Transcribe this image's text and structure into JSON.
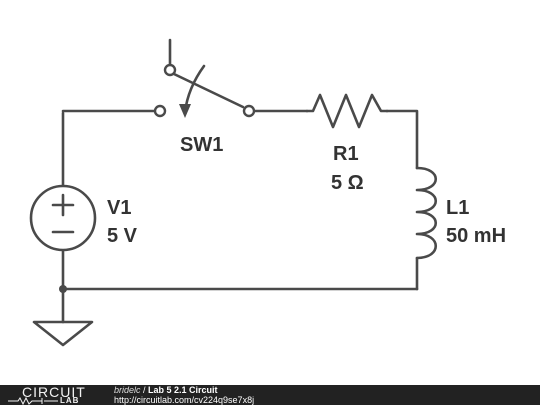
{
  "components": {
    "switch": {
      "name": "SW1"
    },
    "resistor": {
      "name": "R1",
      "value": "5 Ω"
    },
    "inductor": {
      "name": "L1",
      "value": "50 mH"
    },
    "source": {
      "name": "V1",
      "value": "5 V"
    }
  },
  "footer": {
    "logo_top": "CIRCUIT",
    "logo_bottom": "LAB",
    "author": "bridelc",
    "separator": " / ",
    "title": "Lab 5 2.1 Circuit",
    "url": "http://circuitlab.com/cv224q9se7x8j"
  },
  "colors": {
    "wire": "#4a4a4a",
    "footer_bg": "#222222"
  }
}
